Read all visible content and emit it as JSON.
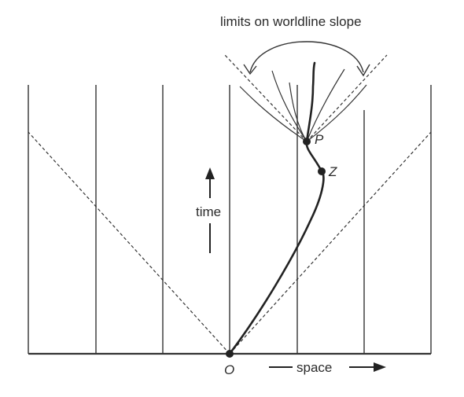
{
  "title": "limits on worldline slope",
  "axis": {
    "time_label": "time",
    "space_label": "space"
  },
  "points": {
    "origin": "O",
    "p": "P",
    "z": "Z"
  },
  "colors": {
    "ink": "#2a2a2a",
    "background": "#ffffff"
  }
}
